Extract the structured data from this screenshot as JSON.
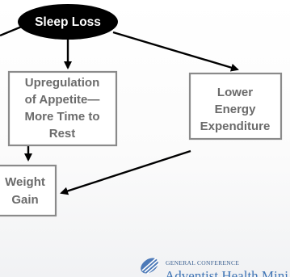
{
  "nodes": {
    "sleep_loss": {
      "lines": [
        "Sleep Loss"
      ]
    },
    "upregulation": {
      "lines": [
        "Upregulation",
        "of Appetite—",
        "More Time to",
        "Rest"
      ]
    },
    "lower_energy": {
      "lines": [
        "Lower",
        "Energy",
        "Expenditure"
      ]
    },
    "weight_gain": {
      "lines": [
        "Weight",
        "Gain"
      ]
    }
  },
  "footer": {
    "org_small": "GENERAL CONFERENCE",
    "org_name": "Adventist Health Mini"
  },
  "colors": {
    "root_fill": "#000000",
    "box_border": "#8a8a8a",
    "box_text": "#6b6b6b",
    "arrow": "#000000",
    "footer_blue": "#3f74b5"
  }
}
